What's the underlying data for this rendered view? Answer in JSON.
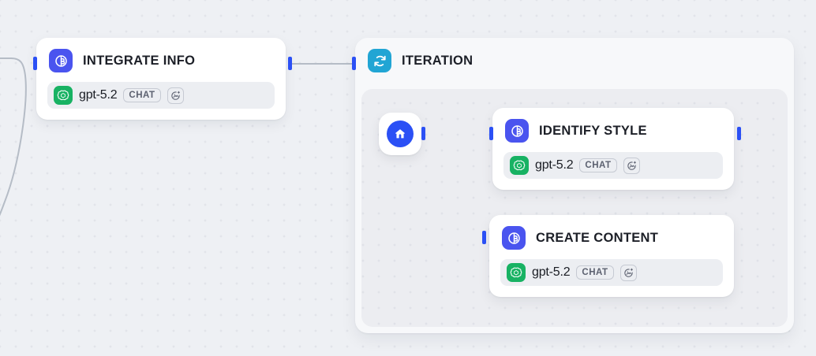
{
  "canvas": {
    "background_color": "#eef0f4",
    "dot_color": "#e2e4ea"
  },
  "colors": {
    "llm_node_icon": "#4a54ef",
    "iteration_icon": "#21a5d4",
    "openai_green": "#18b263",
    "handle_blue": "#2b50f5",
    "edge_gray": "#b5bcc6",
    "chip_bg": "#eceef2"
  },
  "nodes": [
    {
      "id": "integrate-info",
      "title": "INTEGRATE INFO",
      "icon": "llm-node-icon",
      "model": {
        "name": "gpt-5.2",
        "badge": "CHAT",
        "capability_icon": "image-vision-icon",
        "provider_icon": "openai-icon"
      }
    },
    {
      "id": "identify-style",
      "title": "IDENTIFY STYLE",
      "icon": "llm-node-icon",
      "model": {
        "name": "gpt-5.2",
        "badge": "CHAT",
        "capability_icon": "image-vision-icon",
        "provider_icon": "openai-icon"
      }
    },
    {
      "id": "create-content",
      "title": "CREATE CONTENT",
      "icon": "llm-node-icon",
      "model": {
        "name": "gpt-5.2",
        "badge": "CHAT",
        "capability_icon": "image-vision-icon",
        "provider_icon": "openai-icon"
      }
    }
  ],
  "iteration": {
    "title": "ITERATION",
    "icon": "loop-refresh-icon"
  },
  "start_node": {
    "icon": "home-icon"
  }
}
